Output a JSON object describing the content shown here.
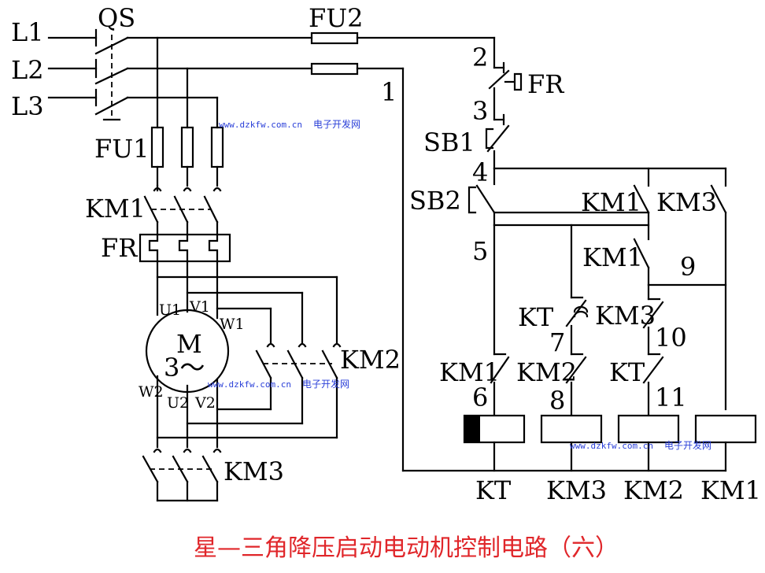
{
  "title": "星—三角降压启动电动机控制电路（六）",
  "phases": [
    "L1",
    "L2",
    "L3"
  ],
  "components": {
    "qs": "QS",
    "fu1": "FU1",
    "fu2": "FU2",
    "km1": "KM1",
    "km2": "KM2",
    "km3": "KM3",
    "fr": "FR",
    "sb1": "SB1",
    "sb2": "SB2",
    "kt": "KT"
  },
  "motor": {
    "symbol": "M",
    "phase": "3～",
    "terminals": [
      "U1",
      "V1",
      "W1",
      "W2",
      "U2",
      "V2"
    ]
  },
  "nodes": [
    "1",
    "2",
    "3",
    "4",
    "5",
    "6",
    "7",
    "8",
    "9",
    "10",
    "11"
  ],
  "coils": [
    "KT",
    "KM3",
    "KM2",
    "KM1"
  ],
  "watermark": {
    "url": "www.dzkfw.com.cn",
    "site": "电子开发网"
  },
  "colors": {
    "line": "#000000",
    "title": "#e0262a",
    "watermark": "#2a3fd8"
  }
}
